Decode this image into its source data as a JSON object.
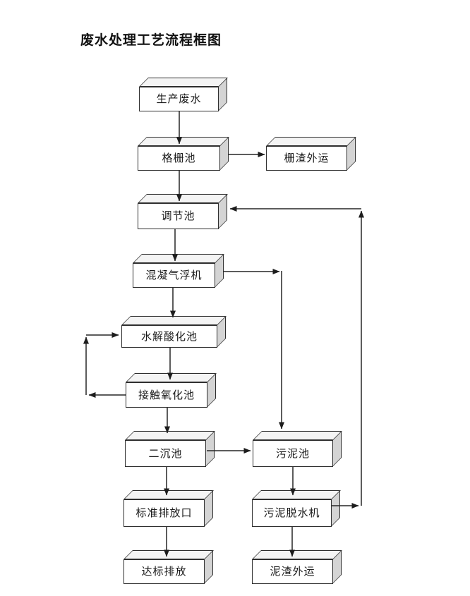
{
  "title": "废水处理工艺流程框图",
  "boxes": {
    "production_wastewater": "生产废水",
    "grid_pool": "格栅池",
    "grid_residue_transport": "栅渣外运",
    "regulating_pool": "调节池",
    "coagulation_air_flotation": "混凝气浮机",
    "hydrolysis_acidification_pool": "水解酸化池",
    "contact_oxidation_pool": "接触氧化池",
    "secondary_sedimentation_pool": "二沉池",
    "sludge_pool": "污泥池",
    "standard_discharge_outlet": "标准排放口",
    "sludge_dewatering_machine": "污泥脱水机",
    "compliant_discharge": "达标排放",
    "sludge_residue_transport": "泥渣外运"
  },
  "edges": [
    {
      "from": "production_wastewater",
      "to": "grid_pool"
    },
    {
      "from": "grid_pool",
      "to": "grid_residue_transport"
    },
    {
      "from": "grid_pool",
      "to": "regulating_pool"
    },
    {
      "from": "regulating_pool",
      "to": "coagulation_air_flotation"
    },
    {
      "from": "coagulation_air_flotation",
      "to": "hydrolysis_acidification_pool"
    },
    {
      "from": "coagulation_air_flotation",
      "to": "sludge_pool"
    },
    {
      "from": "hydrolysis_acidification_pool",
      "to": "contact_oxidation_pool"
    },
    {
      "from": "contact_oxidation_pool",
      "to": "hydrolysis_acidification_pool"
    },
    {
      "from": "contact_oxidation_pool",
      "to": "secondary_sedimentation_pool"
    },
    {
      "from": "secondary_sedimentation_pool",
      "to": "sludge_pool"
    },
    {
      "from": "secondary_sedimentation_pool",
      "to": "standard_discharge_outlet"
    },
    {
      "from": "standard_discharge_outlet",
      "to": "compliant_discharge"
    },
    {
      "from": "sludge_pool",
      "to": "sludge_dewatering_machine"
    },
    {
      "from": "sludge_dewatering_machine",
      "to": "sludge_residue_transport"
    },
    {
      "from": "sludge_dewatering_machine",
      "to": "regulating_pool"
    }
  ],
  "colors": {
    "line": "#262626",
    "box_border": "#2e2e2e",
    "box_front": "#ffffff",
    "box_top": "#f4f4f4",
    "box_side": "#d4d4d4",
    "text": "#1a1a1a",
    "background": "#ffffff"
  }
}
